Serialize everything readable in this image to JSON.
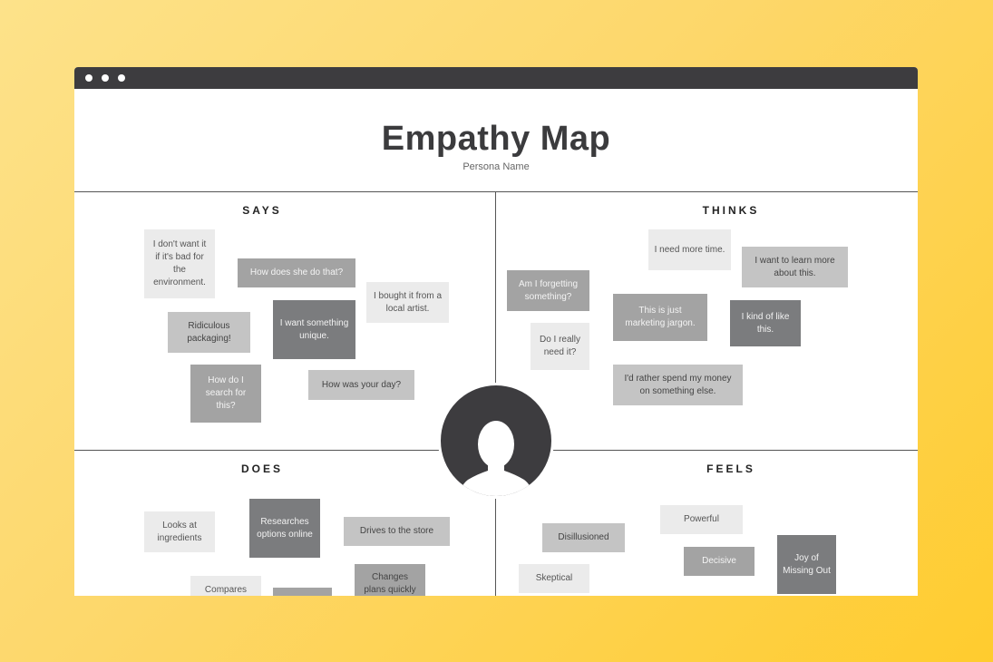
{
  "window": {
    "controls": [
      "close-dot",
      "minimize-dot",
      "maximize-dot"
    ]
  },
  "header": {
    "title": "Empathy Map",
    "subtitle": "Persona Name"
  },
  "quadrants": {
    "says": {
      "label": "SAYS",
      "notes": [
        "I don't want it if it's bad for the environment.",
        "How does she do that?",
        "I bought it from a local artist.",
        "Ridiculous packaging!",
        "I want something unique.",
        "How do I search for this?",
        "How was your day?"
      ]
    },
    "thinks": {
      "label": "THINKS",
      "notes": [
        "I need more time.",
        "I want to learn more about this.",
        "Am I forgetting something?",
        "This is just marketing jargon.",
        "I kind of like this.",
        "Do I really need it?",
        "I'd rather spend my money on something else."
      ]
    },
    "does": {
      "label": "DOES",
      "notes": [
        "Looks at ingredients",
        "Researches options online",
        "Drives to the store",
        "Compares",
        "",
        "Changes plans quickly"
      ]
    },
    "feels": {
      "label": "FEELS",
      "notes": [
        "Powerful",
        "Disillusioned",
        "Decisive",
        "Joy of Missing Out",
        "Skeptical"
      ]
    }
  },
  "persona": {
    "icon": "user-silhouette-icon"
  },
  "colors": {
    "background": "#ffcc2e",
    "titlebar": "#3d3c3f",
    "text": "#3b3b3d"
  }
}
